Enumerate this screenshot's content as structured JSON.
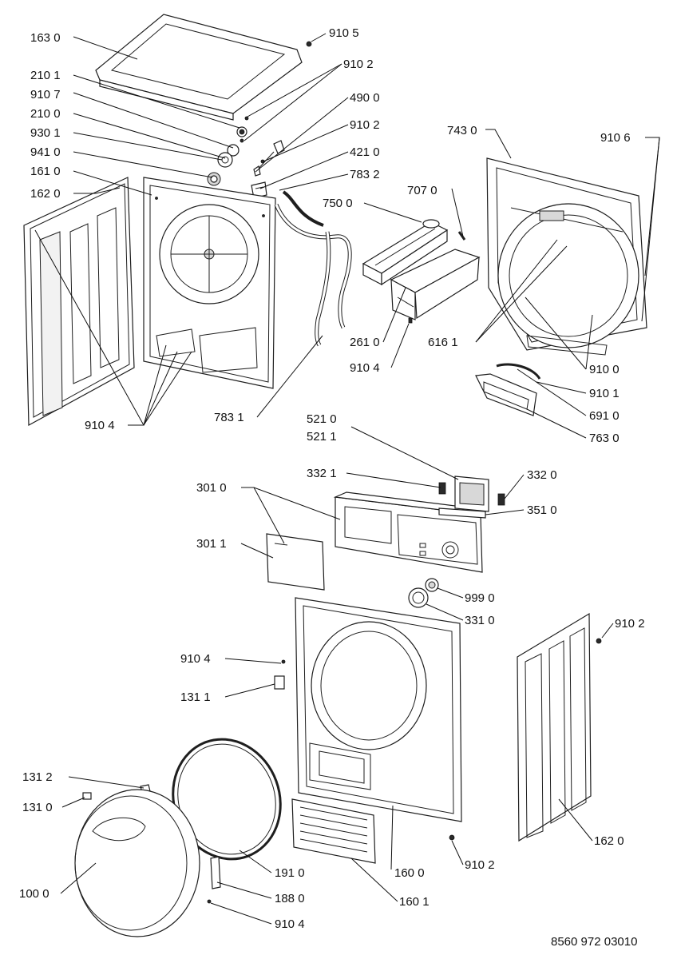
{
  "document_number": "8560 972 03010",
  "labels": {
    "l1630": "163 0",
    "l9105": "910 5",
    "l9102a": "910 2",
    "l2101": "210 1",
    "l4900": "490 0",
    "l9107": "910 7",
    "l2100": "210 0",
    "l9102b": "910 2",
    "l9301": "930 1",
    "l7430": "743 0",
    "l9106": "910 6",
    "l9410": "941 0",
    "l4210": "421 0",
    "l1610": "161 0",
    "l7832": "783 2",
    "l1620a": "162 0",
    "l7070": "707 0",
    "l7500": "750 0",
    "l2610": "261 0",
    "l6161": "616 1",
    "l9104a": "910 4",
    "l9100": "910 0",
    "l9101": "910 1",
    "l9104b": "910 4",
    "l7831": "783 1",
    "l6910": "691 0",
    "l7630": "763 0",
    "l5210": "521 0",
    "l5211": "521 1",
    "l3321": "332 1",
    "l3320": "332 0",
    "l3010": "301 0",
    "l3510": "351 0",
    "l3011": "301 1",
    "l9990": "999 0",
    "l3310": "331 0",
    "l9102c": "910 2",
    "l9104c": "910 4",
    "l1311": "131 1",
    "l1312": "131 2",
    "l1310": "131 0",
    "l1620b": "162 0",
    "l9102d": "910 2",
    "l1910": "191 0",
    "l1600": "160 0",
    "l1000": "100 0",
    "l1880": "188 0",
    "l1601": "160 1",
    "l9104d": "910 4"
  }
}
